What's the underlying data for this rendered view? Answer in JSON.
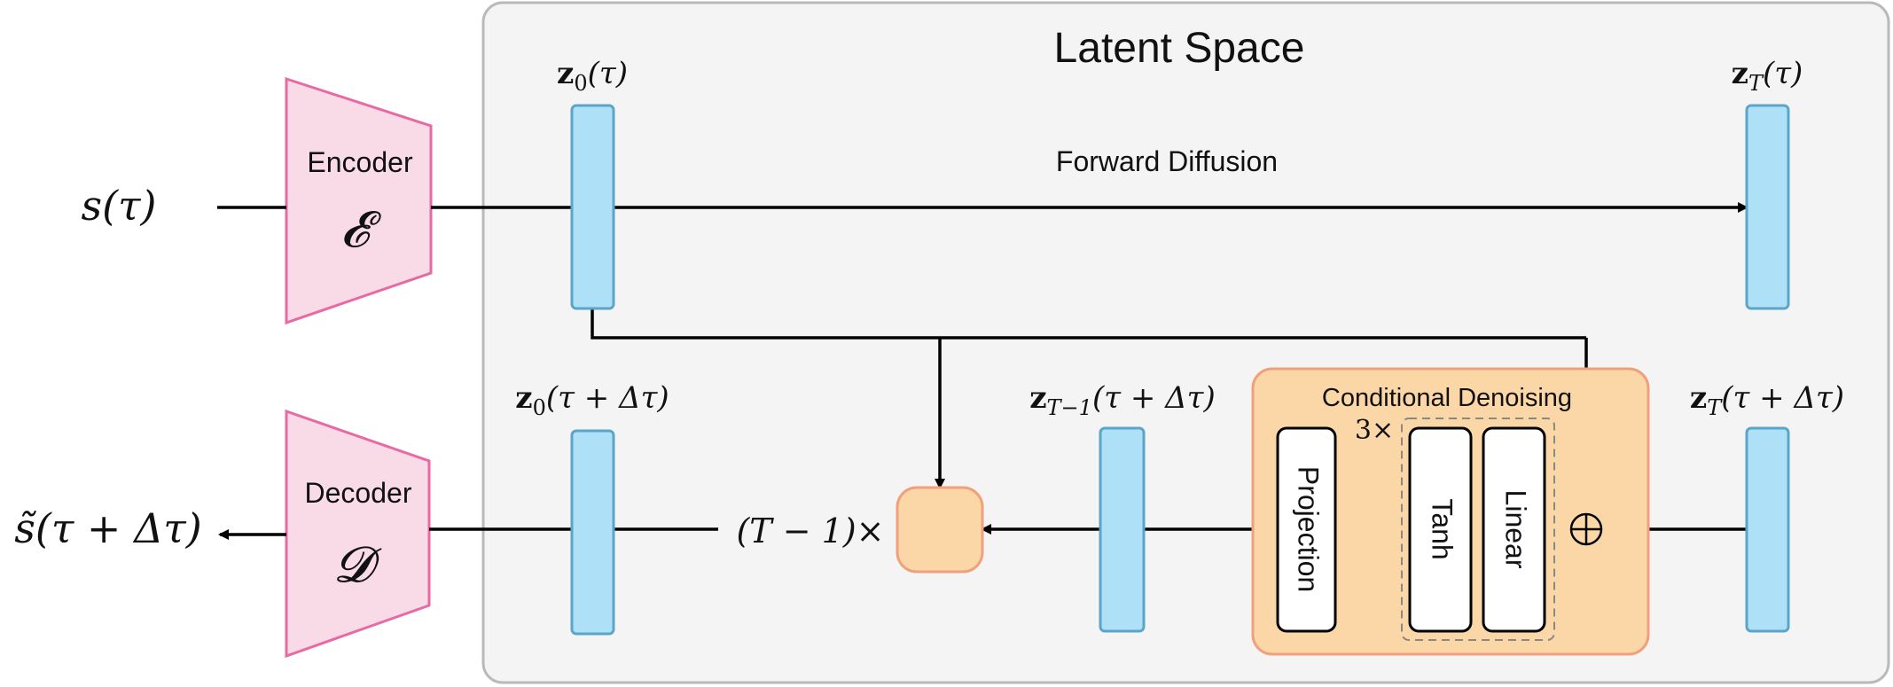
{
  "title": "Latent Space",
  "colors": {
    "panel_fill": "#f4f4f4",
    "panel_stroke": "#b9b9b9",
    "latent_fill": "#aee0f7",
    "latent_stroke": "#5aa5c8",
    "coder_fill": "#f9dbe8",
    "coder_stroke": "#e76aa4",
    "denoise_fill": "#fbd7a8",
    "denoise_stroke": "#f0a07a",
    "line": "#000000"
  },
  "encoder": {
    "label": "Encoder",
    "symbol": "𝓔"
  },
  "decoder": {
    "label": "Decoder",
    "symbol": "𝓓"
  },
  "input": {
    "label": "s(τ)"
  },
  "output": {
    "label": "s̃(τ + Δτ)"
  },
  "forward": {
    "label": "Forward Diffusion"
  },
  "latents": {
    "z0_tau": {
      "main": "z",
      "sub": "0",
      "tail": "(τ)"
    },
    "zT_tau": {
      "main": "z",
      "sub": "T",
      "tail": "(τ)"
    },
    "z0_tau_dt": {
      "main": "z",
      "sub": "0",
      "tail": "(τ + Δτ)"
    },
    "zT1_tau_dt": {
      "main": "z",
      "sub": "T−1",
      "tail": "(τ + Δτ)"
    },
    "zT_tau_dt": {
      "main": "z",
      "sub": "T",
      "tail": "(τ + Δτ)"
    }
  },
  "repeat_label": "(T − 1)×",
  "denoising": {
    "title": "Conditional Denoising",
    "repeat": "3×",
    "blocks": [
      "Projection",
      "Tanh",
      "Linear"
    ]
  },
  "sum_symbol": "⊕"
}
